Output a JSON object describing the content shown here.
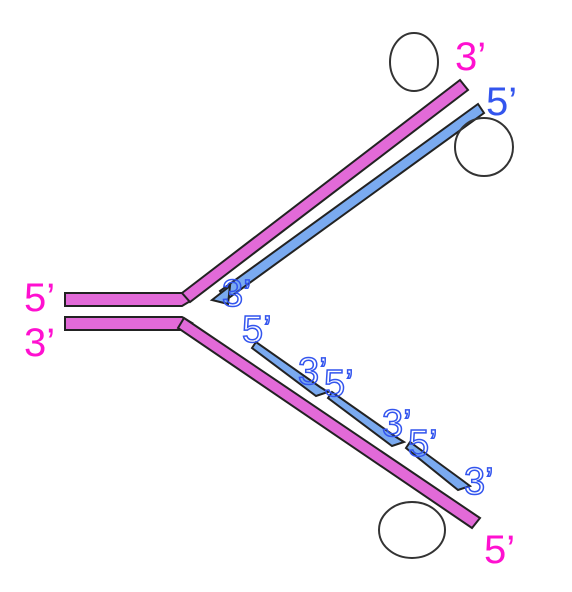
{
  "colors": {
    "parent_strand": "#e26ad8",
    "new_strand": "#7aaaf0",
    "outline": "#222222",
    "label_parent": "#ff10d0",
    "label_new": "#3355ee",
    "circle_stroke": "#333333"
  },
  "labels": {
    "parent_top_end": "3’",
    "parent_bottom_end": "5’",
    "fork_top": "5’",
    "fork_bottom": "3’",
    "leading_start": "5’",
    "leading_end": "3’",
    "okazaki_1_start": "5’",
    "okazaki_1_end": "3’",
    "okazaki_2_start": "5’",
    "okazaki_2_end": "3’",
    "okazaki_3_start": "5’",
    "okazaki_3_end": "3’"
  }
}
